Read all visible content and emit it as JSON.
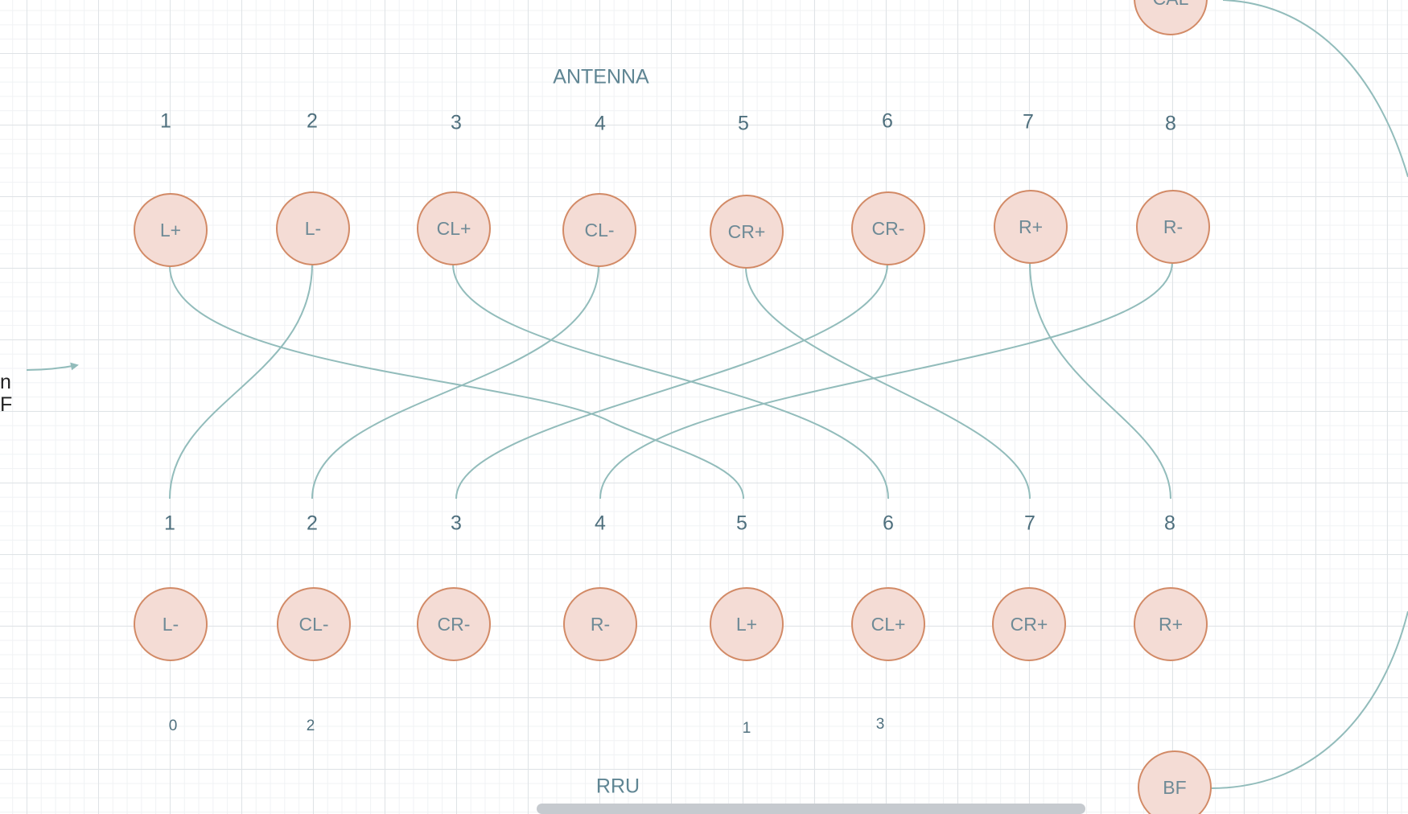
{
  "diagram": {
    "antenna_title": "ANTENNA",
    "rru_title": "RRU",
    "edge_note": {
      "line1": "n",
      "line2": "F"
    },
    "top_numbers": [
      "1",
      "2",
      "3",
      "4",
      "5",
      "6",
      "7",
      "8"
    ],
    "antenna_ports": [
      "L+",
      "L-",
      "CL+",
      "CL-",
      "CR+",
      "CR-",
      "R+",
      "R-"
    ],
    "rru_numbers": [
      "1",
      "2",
      "3",
      "4",
      "5",
      "6",
      "7",
      "8"
    ],
    "rru_ports": [
      "L-",
      "CL-",
      "CR-",
      "R-",
      "L+",
      "CL+",
      "CR+",
      "R+"
    ],
    "index_labels": [
      "0",
      "2",
      "1",
      "3"
    ],
    "extra_nodes": {
      "top_right": "CAL",
      "bottom_right": "BF"
    },
    "connections": [
      {
        "from": "L+",
        "to": "5"
      },
      {
        "from": "L-",
        "to": "1"
      },
      {
        "from": "CL+",
        "to": "6"
      },
      {
        "from": "CL-",
        "to": "2"
      },
      {
        "from": "CR+",
        "to": "7"
      },
      {
        "from": "CR-",
        "to": "3"
      },
      {
        "from": "R+",
        "to": "8"
      },
      {
        "from": "R-",
        "to": "4"
      }
    ],
    "colors": {
      "wire": "#92bcbb",
      "node_fill": "#f4dcd5",
      "node_stroke": "#d28a66",
      "label_text": "#4f707e"
    }
  }
}
